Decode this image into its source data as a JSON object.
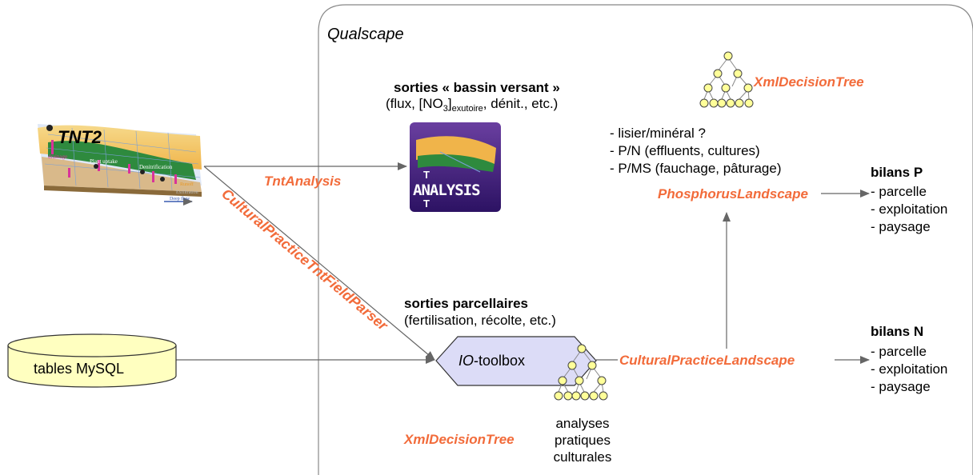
{
  "qualscape": {
    "title": "Qualscape"
  },
  "tnt2": {
    "title": "TNT2",
    "labels": {
      "drainage": "drainage",
      "plant_uptake": "Plant uptake",
      "denitrification": "Denitrification",
      "runoff": "Runoff",
      "exfiltration": "Exfiltration",
      "deep_flow": "Deep flow"
    }
  },
  "bassin": {
    "heading": "sorties « bassin versant »",
    "line2_a": "(flux, [NO",
    "line2_sub1": "3",
    "line2_b": "]",
    "line2_sub2": "exutoire",
    "line2_c": ", dénit., etc.)",
    "icon_text1": "T",
    "icon_text2": "ANALYSIS",
    "icon_text3": "T"
  },
  "links": {
    "tnt_analysis": "TntAnalysis",
    "field_parser": "CulturalPracticeTntFieldParser",
    "phosphorus": "PhosphorusLandscape",
    "cultural": "CulturalPracticeLandscape",
    "xml_top": "XmlDecisionTree",
    "xml_bottom": "XmlDecisionTree"
  },
  "questions": [
    "- lisier/minéral ?",
    "- P/N (effluents, cultures)",
    "- P/MS (fauchage, pâturage)"
  ],
  "bilans_p": {
    "title": "bilans P",
    "items": [
      "- parcelle",
      "- exploitation",
      "- paysage"
    ]
  },
  "bilans_n": {
    "title": "bilans N",
    "items": [
      "- parcelle",
      "- exploitation",
      "- paysage"
    ]
  },
  "parcellaires": {
    "heading": "sorties parcellaires",
    "subtitle": "(fertilisation, récolte, etc.)"
  },
  "toolbox": {
    "io": "IO",
    "rest": "-toolbox"
  },
  "mysql": {
    "label": "tables MySQL"
  },
  "analyses": [
    "analyses",
    "pratiques",
    "culturales"
  ]
}
